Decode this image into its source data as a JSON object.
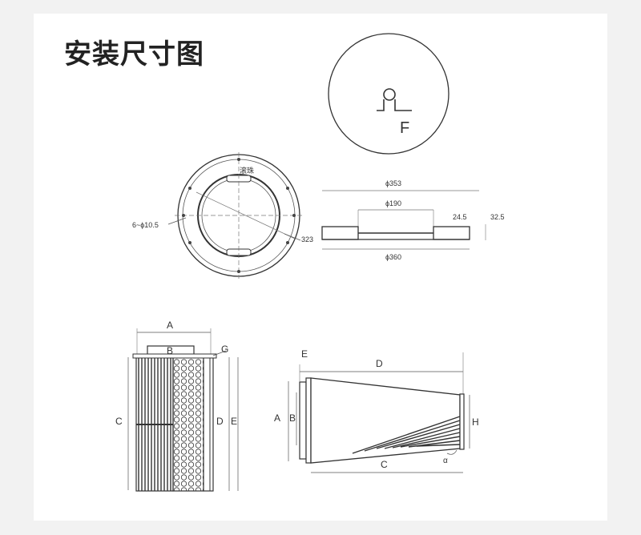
{
  "title": "安装尺寸图",
  "top_view": {
    "letter": "F"
  },
  "flange": {
    "hole_label": "6~ϕ10.5",
    "top_mark": "滚珠",
    "diag": "323"
  },
  "section": {
    "d353": "ϕ353",
    "d190": "ϕ190",
    "w245": "24.5",
    "h325": "32.5",
    "d360": "ϕ360"
  },
  "cyl": {
    "A": "A",
    "B": "B",
    "C": "C",
    "D": "D",
    "E": "E",
    "G": "G"
  },
  "cone": {
    "A": "A",
    "B": "B",
    "C": "C",
    "D": "D",
    "E": "E",
    "H": "H",
    "alpha": "α"
  },
  "colors": {
    "line": "#333333",
    "dim": "#777777",
    "bg": "#f2f2f2"
  }
}
